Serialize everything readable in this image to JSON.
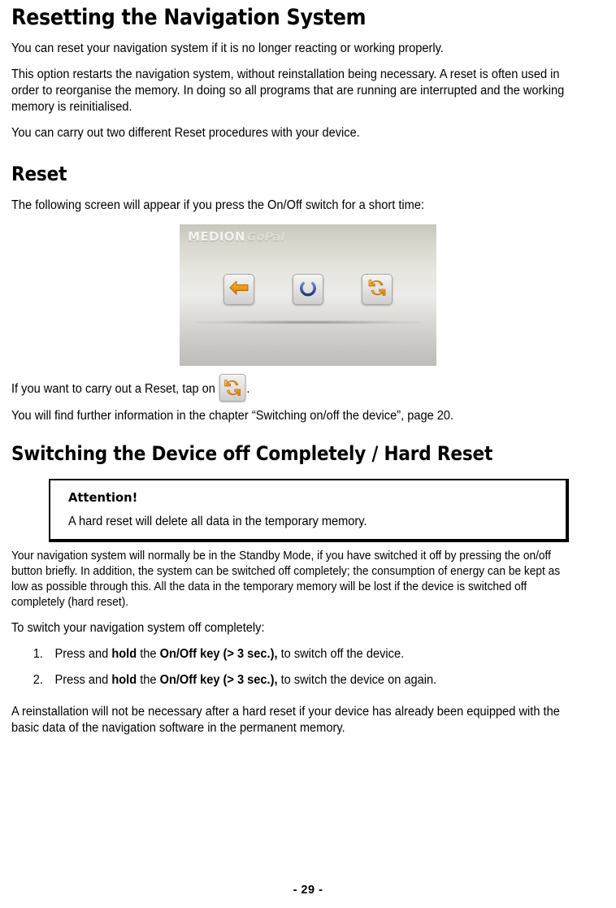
{
  "document": {
    "heading_1": "Resetting the Navigation System",
    "intro_paragraph_1": "You can reset your navigation system if it is no longer reacting or working properly.",
    "intro_paragraph_2": "This option restarts the navigation system, without reinstallation being necessary. A reset is often used in order to reorganise the memory. In doing so all programs that are running are interrupted and the working memory is reinitialised.",
    "intro_paragraph_3": "You can carry out two different Reset procedures with your device."
  },
  "reset_section": {
    "heading": "Reset",
    "lead_in": "The following screen will appear if you press the On/Off switch for a short time:",
    "device_screen": {
      "brand": "MEDION",
      "product": "GoPal",
      "buttons": [
        {
          "name": "back-arrow-icon",
          "label": "Back"
        },
        {
          "name": "power-icon",
          "label": "Power"
        },
        {
          "name": "reset-icon",
          "label": "Reset"
        }
      ]
    },
    "tap_instruction_prefix": "If you want to carry out a Reset, tap on",
    "tap_instruction_suffix": ".",
    "cross_reference": "You will find further information in the chapter “Switching on/off the device”, page 20."
  },
  "hard_reset_section": {
    "heading": "Switching the Device off Completely / Hard Reset",
    "attention": {
      "title": "Attention!",
      "text": "A hard reset will delete all data in the temporary memory."
    },
    "paragraph_1": "Your navigation system will normally be in the Standby Mode, if you have switched it off by pressing the on/off button briefly. In addition, the system can be switched off completely; the consumption of energy can be kept as low as possible through this. All the data in the temporary memory will be lost if the device is switched off completely (hard reset).",
    "paragraph_2": "To switch your navigation system off completely:",
    "steps": [
      {
        "text_before": "Press and ",
        "bold_1": "hold",
        "text_middle": " the ",
        "bold_2": "On/Off key (> 3 sec.),",
        "text_after": " to switch off the device."
      },
      {
        "text_before": "Press and ",
        "bold_1": "hold",
        "text_middle": " the ",
        "bold_2": "On/Off key (> 3 sec.),",
        "text_after": " to switch the device on again."
      }
    ],
    "closing_paragraph": "A reinstallation will not be necessary after a hard reset if your device has already been equipped with the basic data of the navigation software in the permanent memory."
  },
  "footer": {
    "page_number": "- 29 -"
  },
  "colors": {
    "text": "#000000",
    "page_background": "#ffffff",
    "icon_orange": "#f0900c",
    "icon_blue": "#3a5a9c",
    "device_screen_light": "#ececea",
    "device_screen_dark": "#bfbdba"
  }
}
